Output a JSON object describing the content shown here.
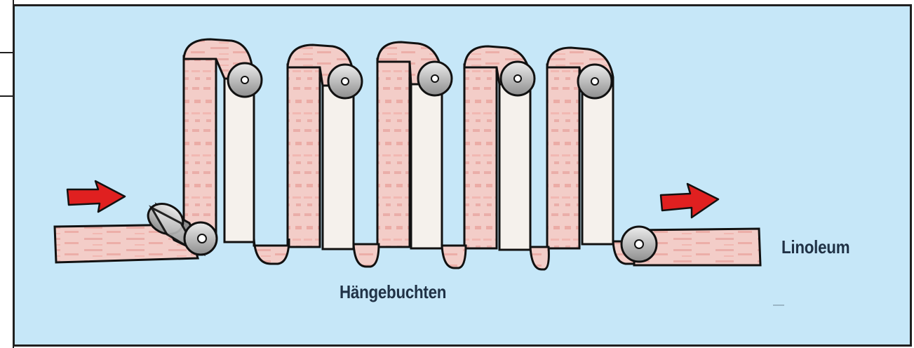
{
  "labels": {
    "loops": "Hängebuchten",
    "material": "Linoleum"
  },
  "colors": {
    "background": "#c6e7f8",
    "border": "#202020",
    "belt_pink": "#f2c9c4",
    "belt_streak": "#e28f8a",
    "belt_inner": "#f4f0ec",
    "roller": "#bfbfbf",
    "arrow": "#e02020",
    "label_text": "#203246"
  },
  "icons": {
    "input_arrow": "red-arrow-right",
    "output_arrow": "red-arrow-right",
    "rollers": "roller-icon"
  }
}
